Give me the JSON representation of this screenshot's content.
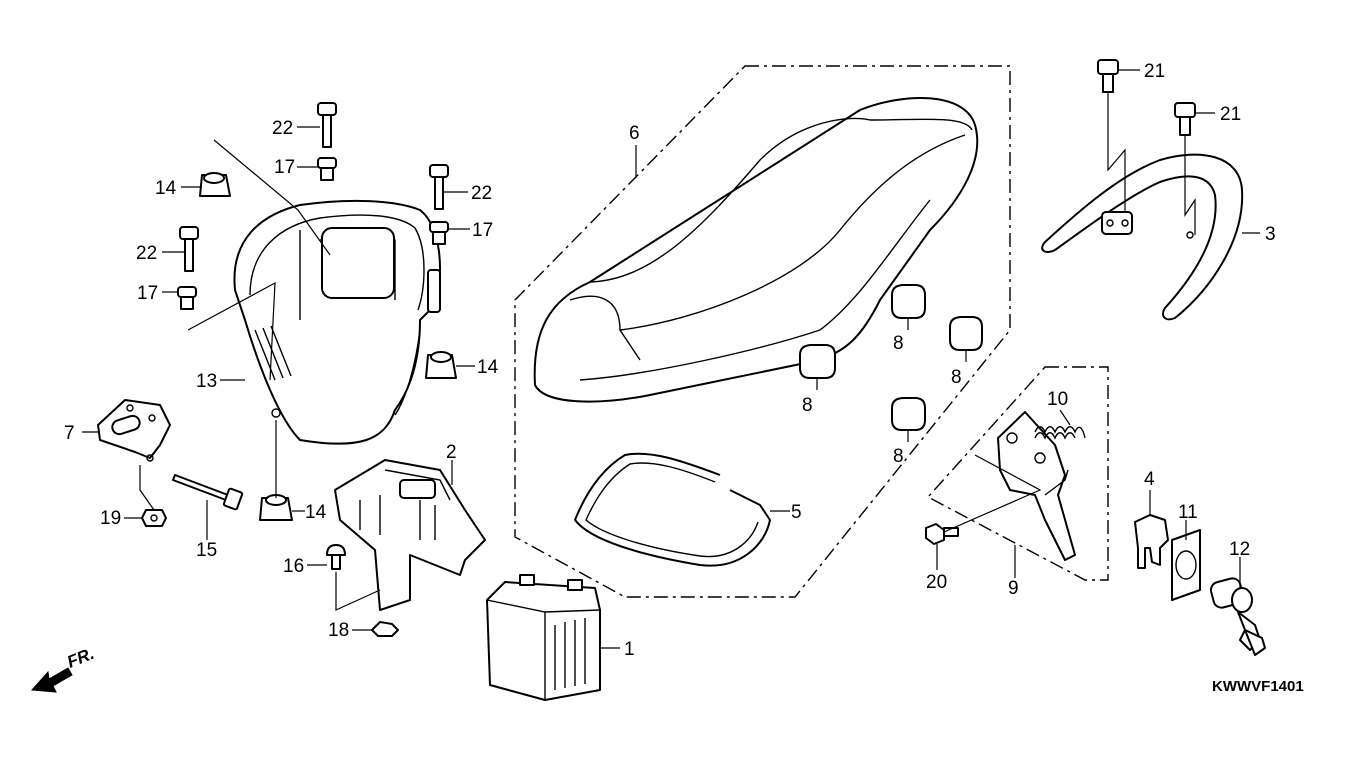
{
  "diagram_code": "KWWVF1401",
  "front_indicator": "FR.",
  "callouts": {
    "c1": "1",
    "c2": "2",
    "c3": "3",
    "c4": "4",
    "c5": "5",
    "c6": "6",
    "c7": "7",
    "c8a": "8",
    "c8b": "8",
    "c8c": "8",
    "c8d": "8",
    "c9": "9",
    "c10": "10",
    "c11": "11",
    "c12": "12",
    "c13": "13",
    "c14a": "14",
    "c14b": "14",
    "c14c": "14",
    "c15": "15",
    "c16": "16",
    "c17a": "17",
    "c17b": "17",
    "c17c": "17",
    "c18": "18",
    "c19": "19",
    "c20": "20",
    "c21a": "21",
    "c21b": "21",
    "c22a": "22",
    "c22b": "22",
    "c22c": "22"
  }
}
